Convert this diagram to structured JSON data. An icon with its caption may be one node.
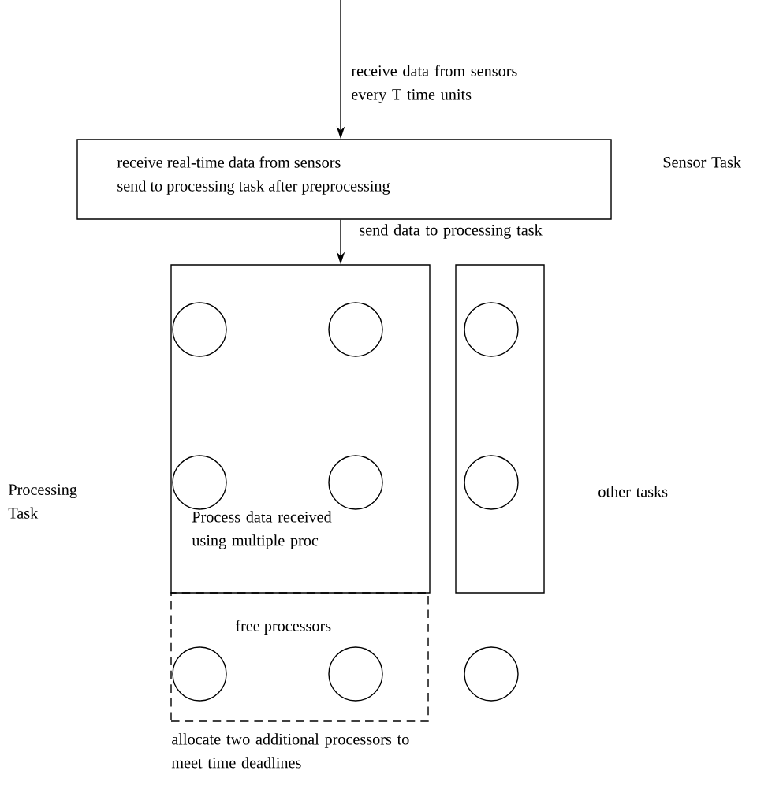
{
  "diagram": {
    "nodes": [
      {
        "text": [
          "receive real-time data from sensors",
          "send to processing task after preprocessing"
        ],
        "beside": [
          "Sensor Task"
        ]
      },
      {
        "text": [
          "Process data received using multiple proc"
        ]
      },
      {
        "text": [],
        "shape": "circle",
        "in": 1
      },
      {
        "text": [],
        "shape": "circle",
        "in": 1
      },
      {
        "text": [],
        "shape": "circle",
        "in": 1
      },
      {
        "text": [],
        "shape": "circle",
        "in": 1
      },
      {
        "text": [],
        "shape": "box",
        "beside": [
          "other tasks"
        ]
      },
      {
        "text": [],
        "shape": "circle",
        "in": 6
      },
      {
        "text": [],
        "shape": "circle",
        "in": 6
      },
      {
        "text": [
          "free processors"
        ],
        "beside": [
          "allocate two additional processors to meet time deadlines"
        ]
      },
      {
        "text": [],
        "shape": "circle",
        "in": 9
      },
      {
        "text": [],
        "shape": "circle",
        "in": 9
      },
      {
        "text": [],
        "shape": "circle"
      }
    ],
    "edges": [
      {
        "from": null,
        "to": 0,
        "arrow": "to",
        "label": "receive data from sensors every T time units"
      },
      {
        "from": 0,
        "to": 1,
        "arrow": "to",
        "label": "send data to processing task"
      }
    ],
    "labels": [
      "Processing Task"
    ]
  }
}
